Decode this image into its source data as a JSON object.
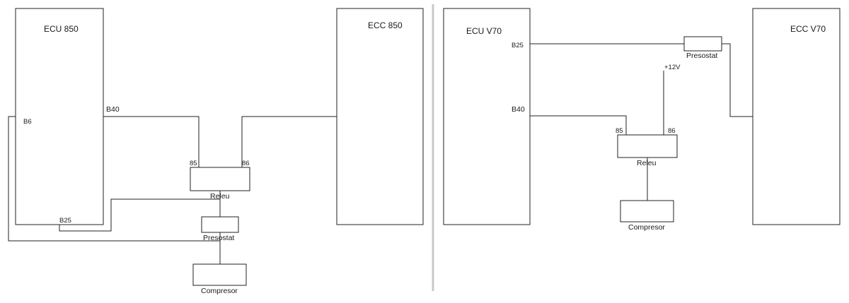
{
  "left_diagram": {
    "ecu_label": "ECU 850",
    "ecc_label": "ECC 850",
    "pin_b40": "B40",
    "pin_b6": "B6",
    "pin_b25": "B25",
    "pin_85": "85",
    "pin_86": "86",
    "relay_label": "Releu",
    "pressostat_label": "Presostat",
    "compressor_label": "Compresor"
  },
  "right_diagram": {
    "ecu_label": "ECU V70",
    "ecc_label": "ECC V70",
    "pin_b25": "B25",
    "pin_b40": "B40",
    "pin_85": "85",
    "pin_86": "86",
    "supply_label": "+12V",
    "pressostat_label": "Presostat",
    "relay_label": "Releu",
    "compressor_label": "Compresor"
  },
  "colors": {
    "line": "#222222",
    "divider": "#c8c8c8",
    "background": "#ffffff"
  }
}
